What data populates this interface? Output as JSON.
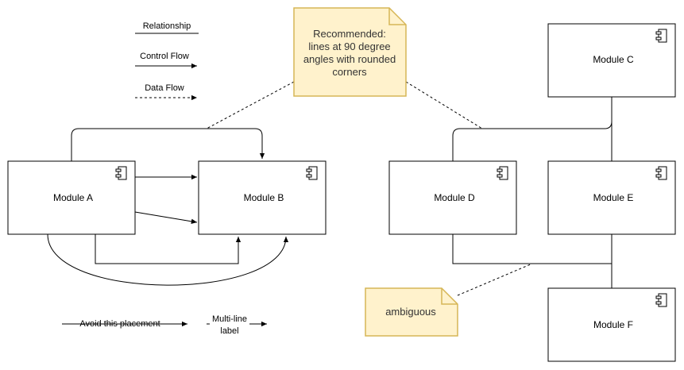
{
  "legend": {
    "relationship": "Relationship",
    "control_flow": "Control Flow",
    "data_flow": "Data Flow"
  },
  "modules": {
    "a": "Module A",
    "b": "Module B",
    "c": "Module C",
    "d": "Module D",
    "e": "Module E",
    "f": "Module F"
  },
  "notes": {
    "recommended": [
      "Recommended:",
      "lines at 90 degree",
      "angles with rounded",
      "corners"
    ],
    "ambiguous": "ambiguous"
  },
  "labels": {
    "avoid": "Avoid this placement",
    "multiline": [
      "Multi-line",
      "label"
    ]
  },
  "colors": {
    "note_fill": "#fff2cc",
    "note_stroke": "#d6b656",
    "line": "#000000",
    "note_text": "#333333"
  },
  "icon": "component-icon"
}
